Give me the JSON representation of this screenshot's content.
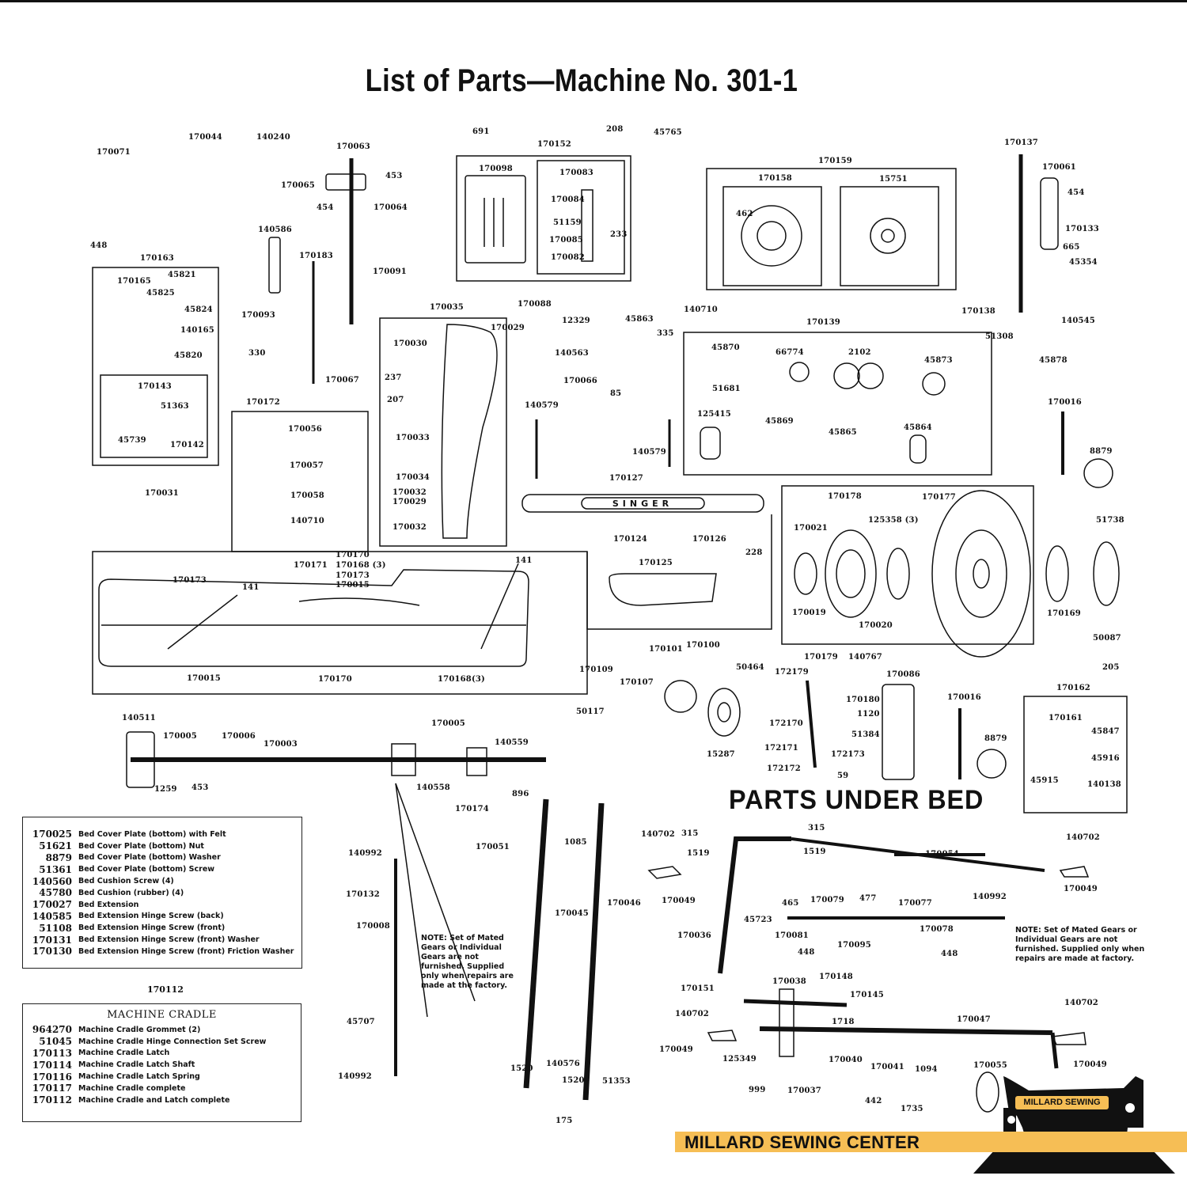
{
  "title": "List of Parts—Machine No. 301-1",
  "section_heading": "PARTS UNDER BED",
  "labels": [
    "170071",
    "170044",
    "140240",
    "170063",
    "453",
    "170065",
    "454",
    "170064",
    "140586",
    "448",
    "170163",
    "170183",
    "170091",
    "170165",
    "45821",
    "45825",
    "45824",
    "140165",
    "45820",
    "170093",
    "330",
    "170067",
    "170143",
    "51363",
    "45739",
    "170142",
    "170031",
    "170172",
    "170056",
    "170057",
    "170058",
    "140710",
    "691",
    "208",
    "45765",
    "170152",
    "170098",
    "170083",
    "170084",
    "51159",
    "233",
    "170085",
    "170082",
    "170035",
    "170088",
    "12329",
    "170029",
    "170030",
    "140563",
    "237",
    "207",
    "170033",
    "170034",
    "170032",
    "170029",
    "170032",
    "170066",
    "85",
    "140579",
    "45863",
    "335",
    "140710",
    "140579",
    "170137",
    "170061",
    "454",
    "170133",
    "665",
    "45354",
    "170159",
    "170158",
    "15751",
    "462",
    "170138",
    "140545",
    "51308",
    "45878",
    "170139",
    "45870",
    "66774",
    "2102",
    "45873",
    "51681",
    "125415",
    "45869",
    "45865",
    "45864",
    "170016",
    "8879",
    "170127",
    "170124",
    "170126",
    "228",
    "170125",
    "170178",
    "170177",
    "125358 (3)",
    "170021",
    "51738",
    "170019",
    "170020",
    "170169",
    "50087",
    "170170",
    "170171",
    "170168 (3)",
    "170173",
    "170015",
    "141",
    "170173",
    "141",
    "170015",
    "170170",
    "170168(3)",
    "170101",
    "170100",
    "170109",
    "170107",
    "50464",
    "50117",
    "15287",
    "170179",
    "140767",
    "172179",
    "170086",
    "170180",
    "1120",
    "51384",
    "172170",
    "172171",
    "172173",
    "172172",
    "59",
    "170016",
    "8879",
    "205",
    "170162",
    "170161",
    "45847",
    "45916",
    "45915",
    "140138",
    "140511",
    "170005",
    "170006",
    "170003",
    "170005",
    "140559",
    "1259",
    "453",
    "140558",
    "170174",
    "896",
    "170051",
    "1085",
    "170046",
    "170045",
    "140992",
    "170132",
    "170008",
    "45707",
    "140992",
    "1520",
    "140576",
    "1520",
    "51353",
    "175",
    "140702",
    "315",
    "1519",
    "170049",
    "315",
    "1519",
    "170054",
    "140702",
    "170049",
    "465",
    "170079",
    "477",
    "170077",
    "140992",
    "45723",
    "170036",
    "170081",
    "448",
    "170095",
    "170078",
    "448",
    "170038",
    "170148",
    "170151",
    "170145",
    "140702",
    "1718",
    "170047",
    "140702",
    "170049",
    "125349",
    "170040",
    "170041",
    "1094",
    "170055",
    "170049",
    "999",
    "170037",
    "442",
    "1735"
  ],
  "notes": [
    "NOTE: Set of Mated Gears or Individual Gears are not furnished. Supplied only when repairs are made at the factory.",
    "NOTE: Set of Mated Gears or Individual Gears are not furnished. Supplied only when repairs are made at factory."
  ],
  "bed_table": [
    {
      "num": "170025",
      "desc": "Bed Cover Plate (bottom) with Felt"
    },
    {
      "num": "51621",
      "desc": "Bed Cover Plate (bottom) Nut"
    },
    {
      "num": "8879",
      "desc": "Bed Cover Plate (bottom) Washer"
    },
    {
      "num": "51361",
      "desc": "Bed Cover Plate (bottom) Screw"
    },
    {
      "num": "140560",
      "desc": "Bed Cushion Screw (4)"
    },
    {
      "num": "45780",
      "desc": "Bed Cushion (rubber) (4)"
    },
    {
      "num": "170027",
      "desc": "Bed Extension"
    },
    {
      "num": "140585",
      "desc": "Bed Extension Hinge Screw (back)"
    },
    {
      "num": "51108",
      "desc": "Bed Extension Hinge Screw (front)"
    },
    {
      "num": "170131",
      "desc": "Bed Extension Hinge Screw (front) Washer"
    },
    {
      "num": "170130",
      "desc": "Bed Extension Hinge Screw (front) Friction Washer"
    }
  ],
  "cradle": {
    "number": "170112",
    "heading": "MACHINE CRADLE",
    "items": [
      {
        "num": "964270",
        "desc": "Machine Cradle Grommet (2)"
      },
      {
        "num": "51045",
        "desc": "Machine Cradle Hinge Connection Set Screw"
      },
      {
        "num": "170113",
        "desc": "Machine Cradle Latch"
      },
      {
        "num": "170114",
        "desc": "Machine Cradle Latch Shaft"
      },
      {
        "num": "170116",
        "desc": "Machine Cradle Latch Spring"
      },
      {
        "num": "170117",
        "desc": "Machine Cradle complete"
      },
      {
        "num": "170112",
        "desc": "Machine Cradle and Latch complete"
      }
    ]
  },
  "logo": {
    "banner": "MILLARD SEWING CENTER",
    "machine_label": "MILLARD SEWING",
    "accent": "#f6be55"
  },
  "singer_mark": "SINGER"
}
